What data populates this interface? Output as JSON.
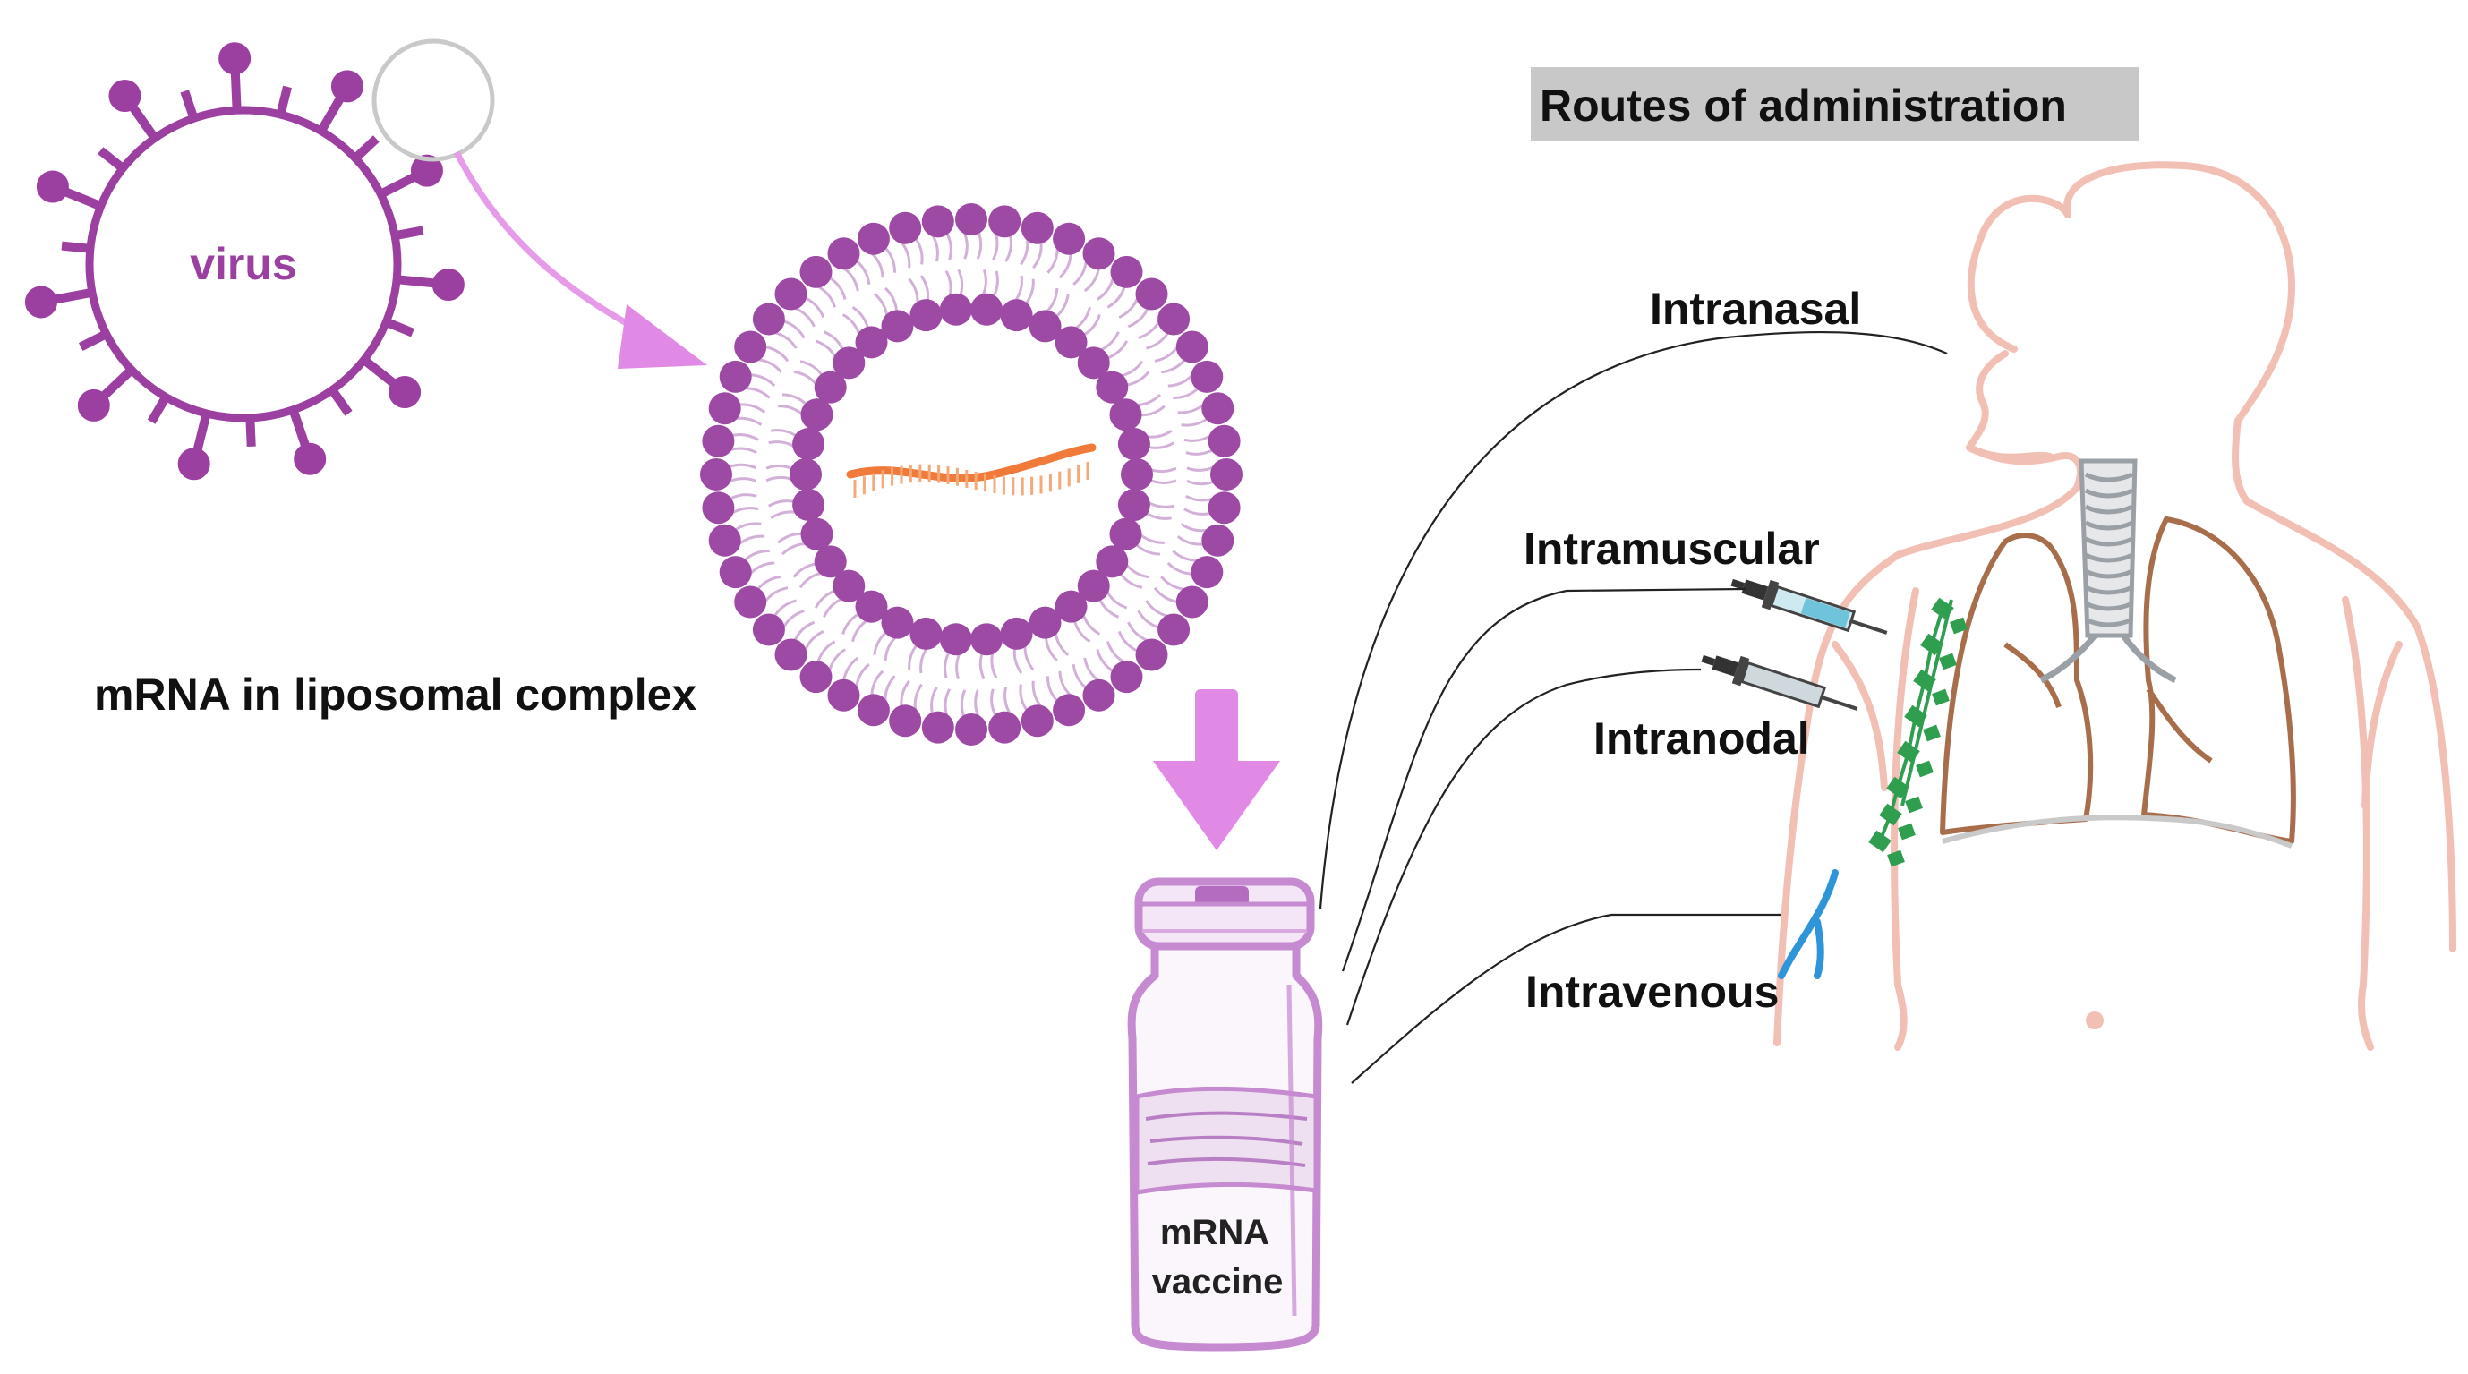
{
  "labels": {
    "virus": "virus",
    "liposome": "mRNA in liposomal complex",
    "vaccine_line1": "mRNA",
    "vaccine_line2": "vaccine",
    "routes_title": "Routes of administration",
    "intranasal": "Intranasal",
    "intramuscular": "Intramuscular",
    "intranodal": "Intranodal",
    "intravenous": "Intravenous"
  },
  "colors": {
    "virus": "#9b3fa0",
    "liposome_head": "#9c4aa4",
    "arrow": "#e58ee8",
    "mrna": "#f07a3a",
    "vial": "#c58ad0",
    "body_outline": "#f2bfb4",
    "lung": "#a86e4c",
    "trachea": "#9aa0a6",
    "lymph": "#2f9e4f",
    "vein": "#2e96d8",
    "title_bg": "#c8c8c8"
  }
}
